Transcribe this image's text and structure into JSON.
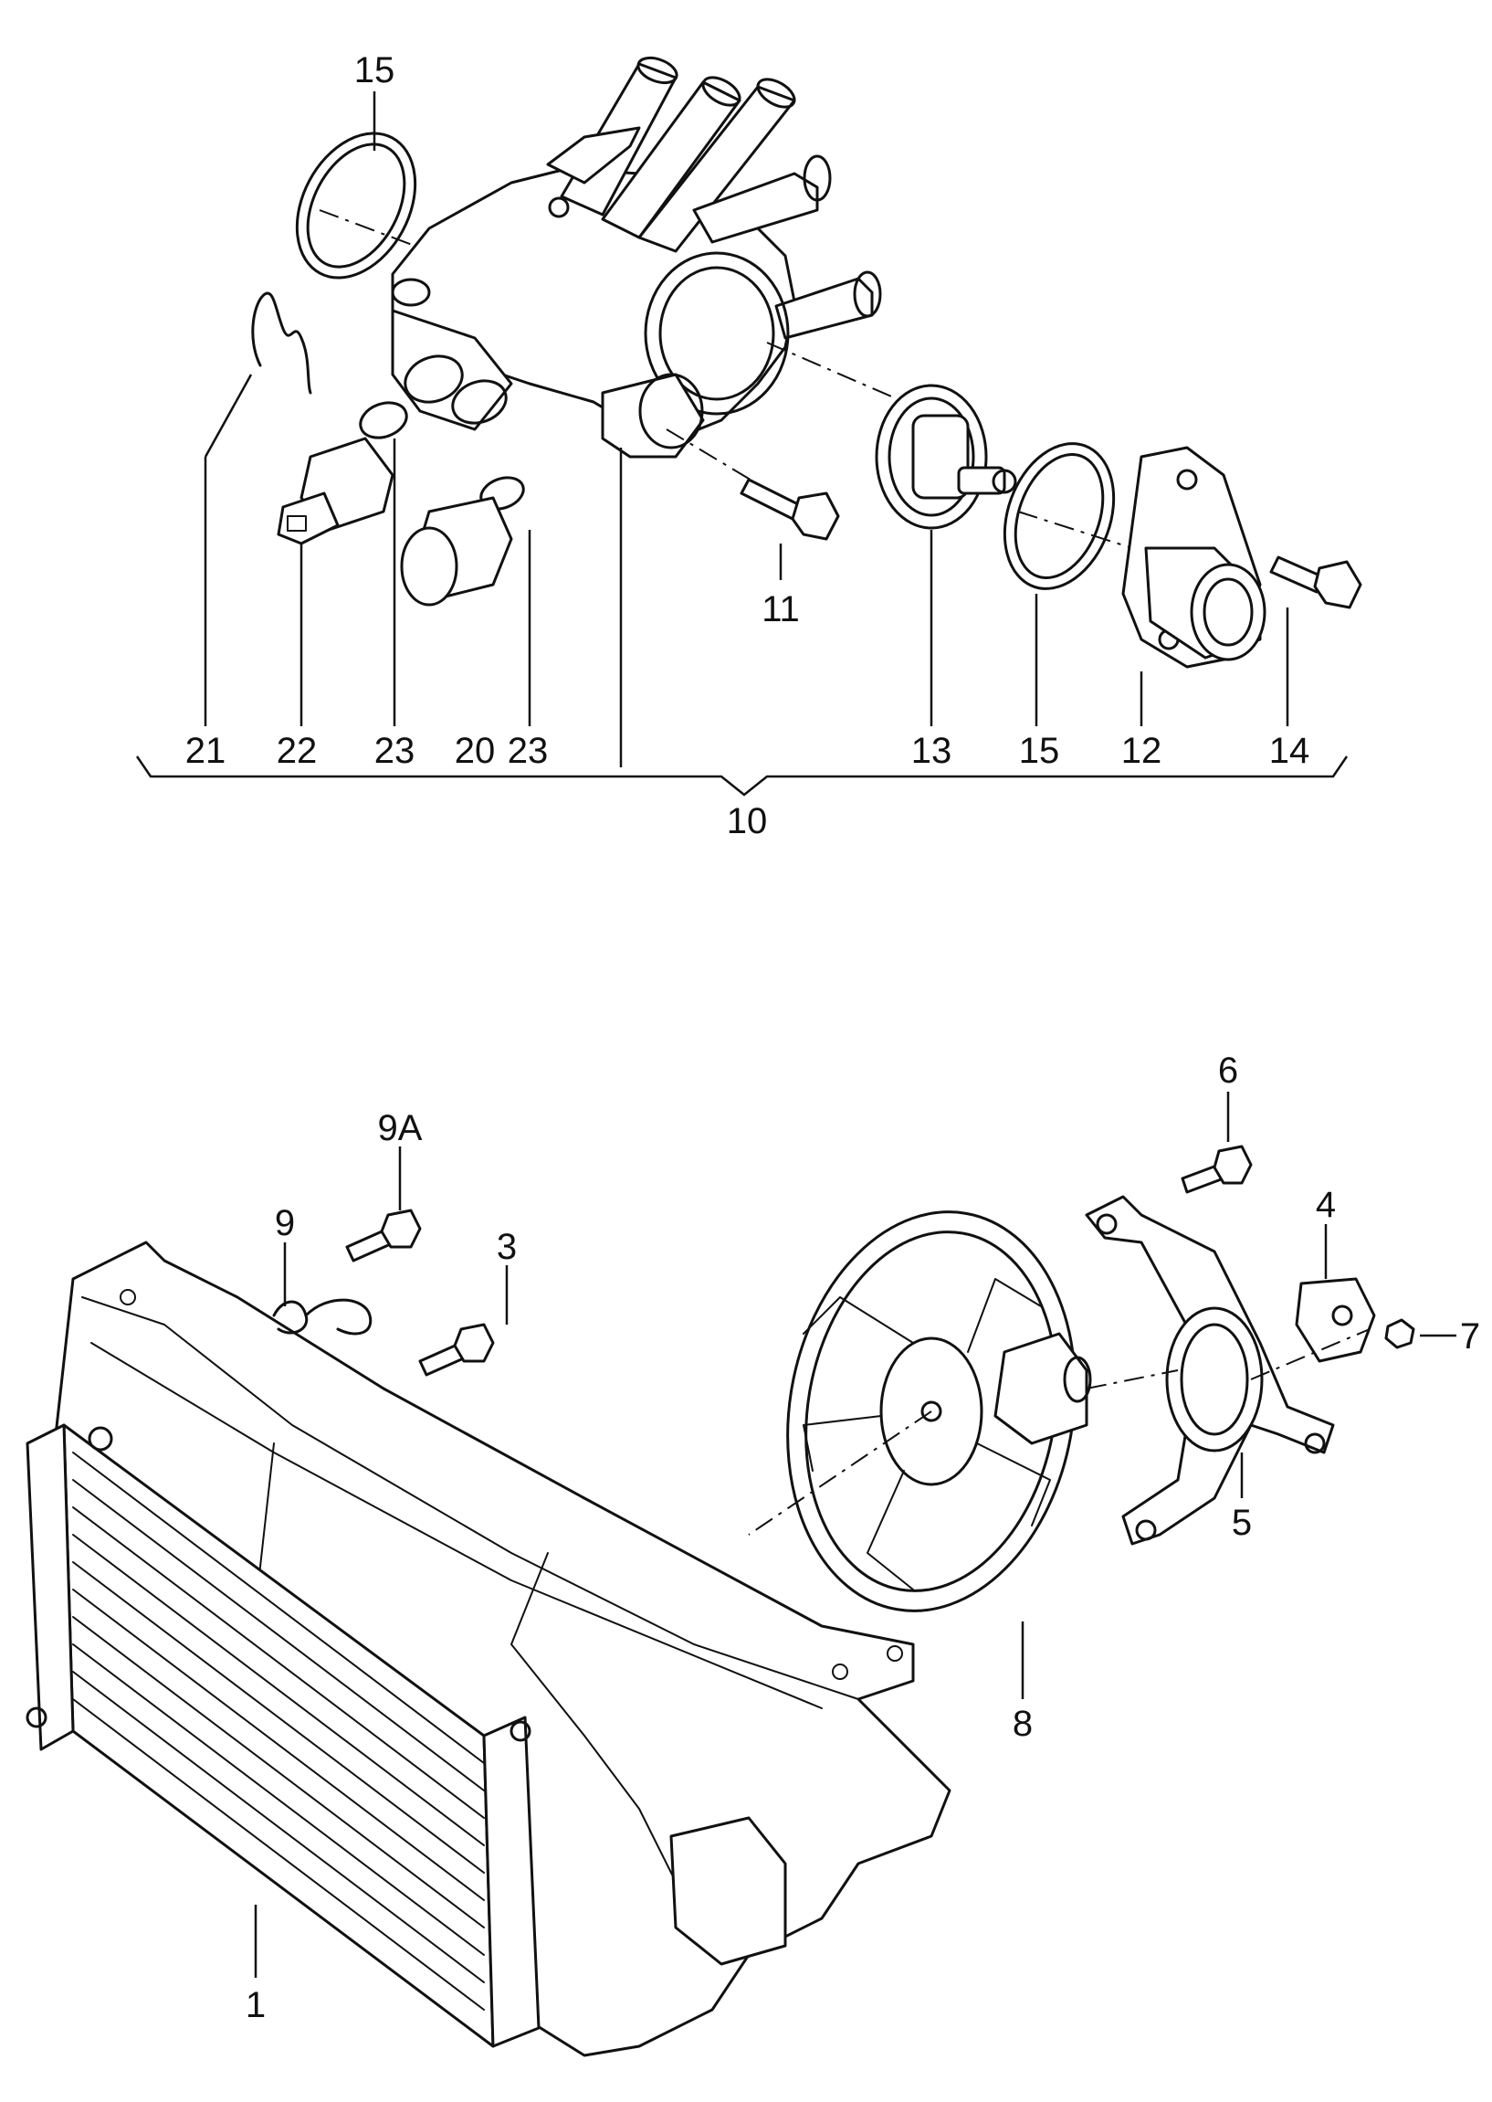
{
  "callouts": {
    "c15a": "15",
    "c21": "21",
    "c22": "22",
    "c23a": "23",
    "c20": "20",
    "c23b": "23",
    "c11": "11",
    "c13": "13",
    "c15b": "15",
    "c12": "12",
    "c14": "14",
    "c10": "10",
    "c6": "6",
    "c9A": "9A",
    "c9": "9",
    "c3": "3",
    "c4": "4",
    "c7": "7",
    "c5": "5",
    "c8": "8",
    "c1": "1"
  },
  "parts": {
    "thermostat_housing": "thermostat-housing",
    "radiator": "radiator",
    "fan": "fan",
    "lock_carrier": "lock-carrier"
  }
}
